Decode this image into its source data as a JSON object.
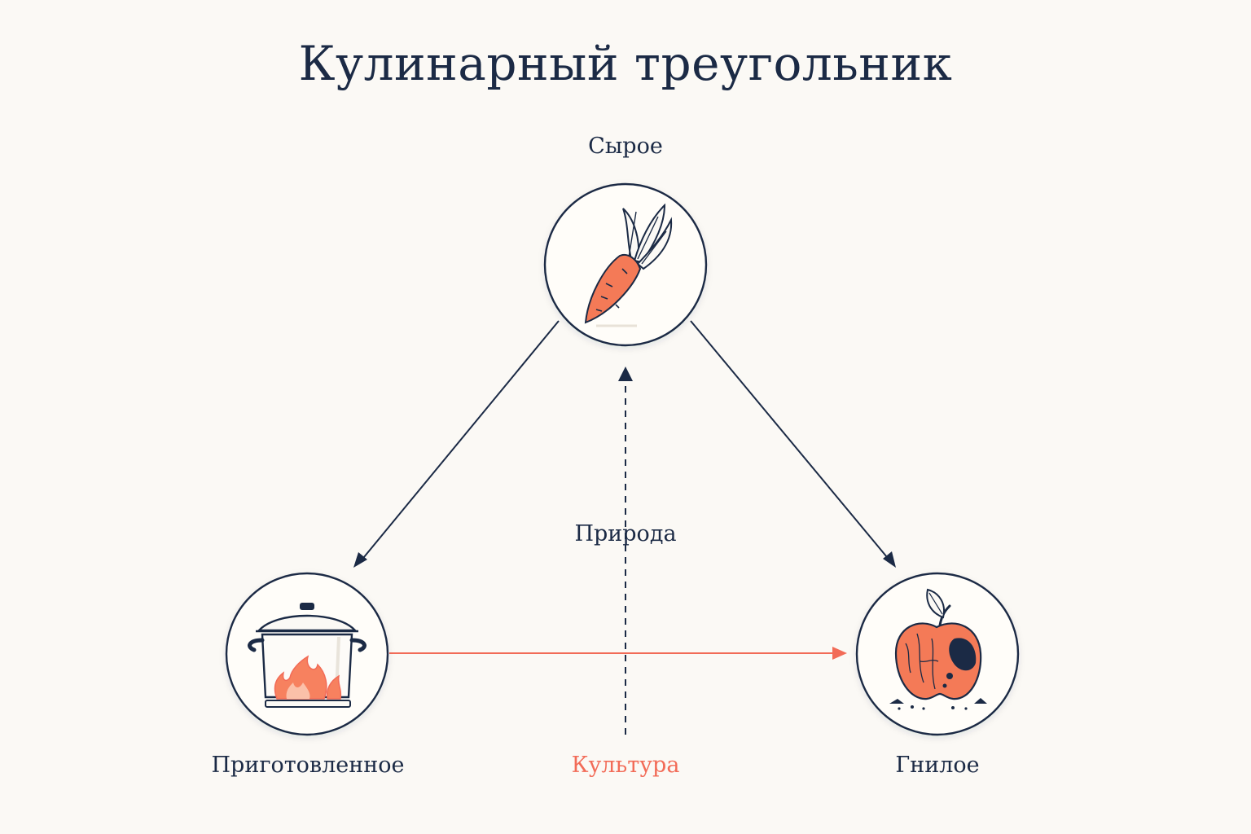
{
  "title": "Кулинарный треугольник",
  "nodes": {
    "raw": {
      "label": "Сырое",
      "icon": "carrot-icon"
    },
    "cooked": {
      "label": "Приготовленное",
      "icon": "cooking-pot-icon"
    },
    "rotten": {
      "label": "Гнилое",
      "icon": "rotten-apple-icon"
    }
  },
  "axes": {
    "nature": {
      "label": "Природа",
      "color": "#1b2a45"
    },
    "culture": {
      "label": "Культура",
      "color": "#f26b57"
    }
  },
  "colors": {
    "ink": "#1b2a45",
    "accent": "#f26b57",
    "background": "#fbf9f5"
  }
}
